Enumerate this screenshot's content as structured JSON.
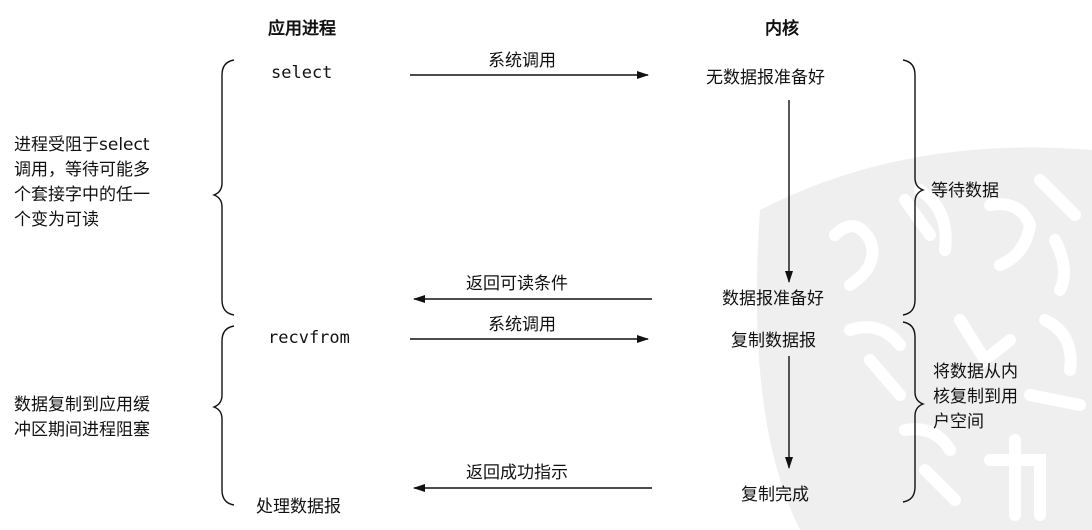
{
  "header": {
    "app_process": "应用进程",
    "kernel": "内核"
  },
  "app_side": {
    "select": "select",
    "recvfrom": "recvfrom",
    "process_datagram": "处理数据报"
  },
  "messages": {
    "syscall_1": "系统调用",
    "return_readable": "返回可读条件",
    "syscall_2": "系统调用",
    "return_success": "返回成功指示"
  },
  "kernel_side": {
    "no_datagram_ready": "无数据报准备好",
    "datagram_ready": "数据报准备好",
    "copy_datagram": "复制数据报",
    "copy_complete": "复制完成"
  },
  "left_notes": {
    "block_select": [
      "进程受阻于select",
      "调用，等待可能多",
      "个套接字中的任一",
      "个变为可读"
    ],
    "block_copy": [
      "数据复制到应用缓",
      "冲区期间进程阻塞"
    ]
  },
  "right_notes": {
    "wait_data": "等待数据",
    "copy_to_user": [
      "将数据从内",
      "核复制到用",
      "户空间"
    ]
  }
}
